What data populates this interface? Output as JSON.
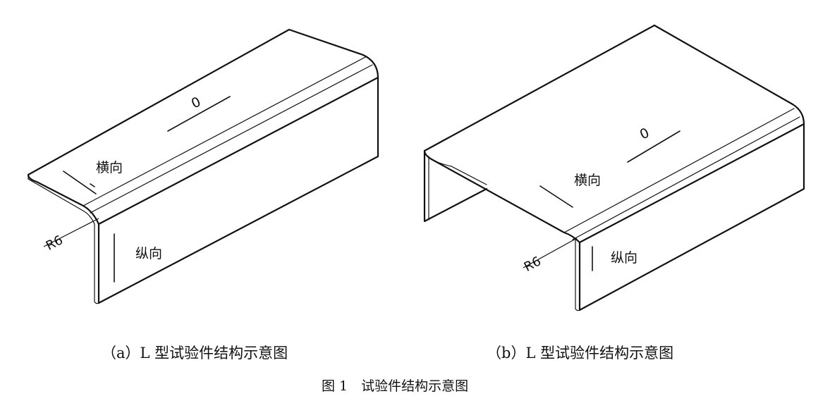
{
  "panel_a": {
    "angle_label": "0",
    "transverse_label": "横向",
    "longitudinal_label": "纵向",
    "radius_label": "R6",
    "caption": "（a）L 型试验件结构示意图"
  },
  "panel_b": {
    "angle_label": "0",
    "transverse_label": "横向",
    "longitudinal_label": "纵向",
    "radius_label": "R6",
    "caption": "（b）L 型试验件结构示意图"
  },
  "figure_caption": "图 1　试验件结构示意图"
}
